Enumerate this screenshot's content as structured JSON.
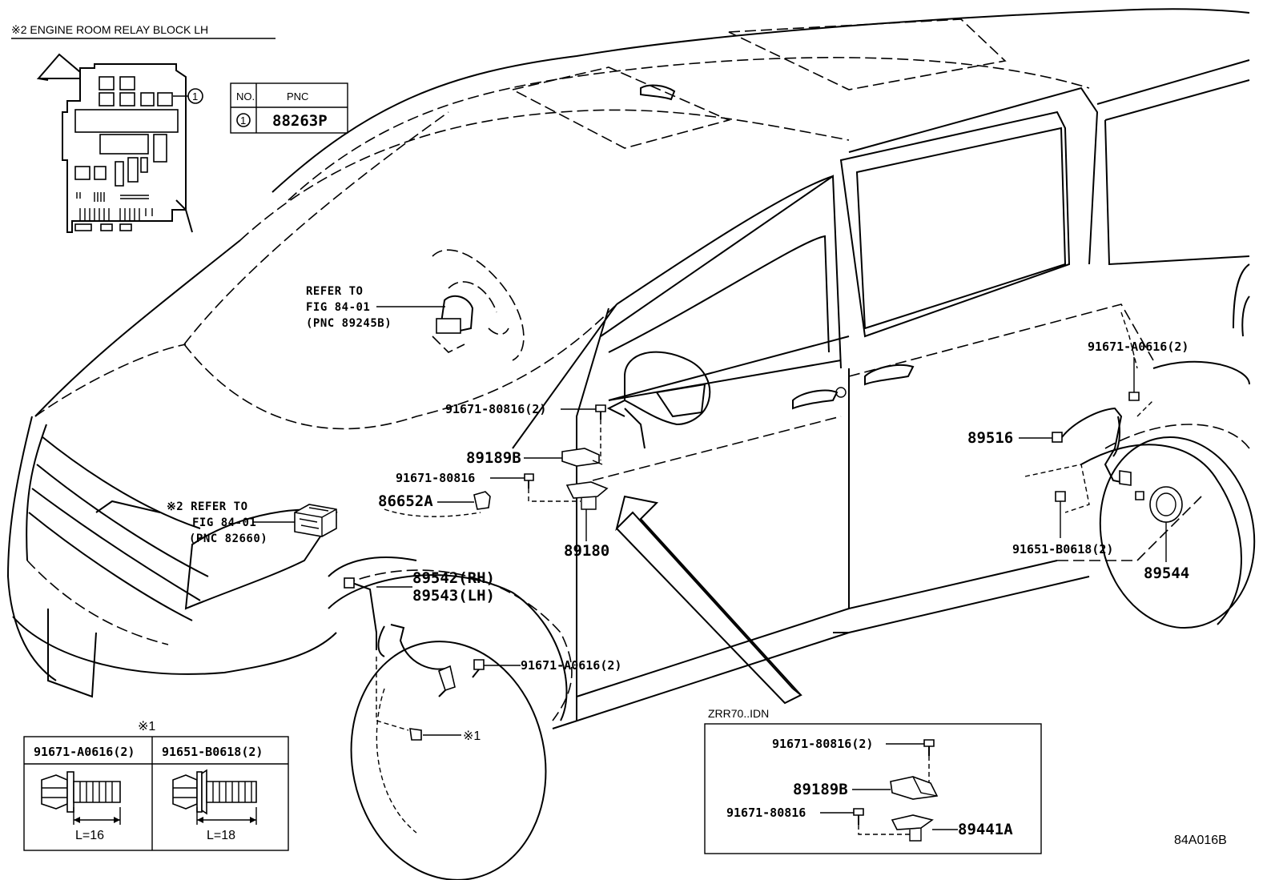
{
  "relay_block": {
    "title": "※2 ENGINE ROOM RELAY BLOCK LH",
    "marker": "1",
    "table": {
      "headers": [
        "NO.",
        "PNC"
      ],
      "rows": [
        {
          "no": "1",
          "pnc": "88263P"
        }
      ]
    }
  },
  "refer_steering": {
    "line1": "REFER TO",
    "line2": "FIG 84-01",
    "line3": "(PNC 89245B)"
  },
  "refer_relay": {
    "line1": "※2 REFER TO",
    "line2": "FIG 84-01",
    "line3": "(PNC 82660)"
  },
  "parts": {
    "bolt_80816_2": "91671-80816(2)",
    "bracket_89189b": "89189B",
    "bolt_80816": "91671-80816",
    "sensor_86652a": "86652A",
    "sensor_89180": "89180",
    "sensor_89542": "89542(RH)",
    "sensor_89543": "89543(LH)",
    "bolt_a0616_front": "91671-A0616(2)",
    "bolt_a0616_rear": "91671-A0616(2)",
    "wire_89516": "89516",
    "bolt_b0618": "91651-B0618(2)",
    "sensor_89544": "89544",
    "marker_x1": "※1"
  },
  "bolt_table": {
    "title": "※1",
    "columns": [
      {
        "label": "91671-A0616(2)",
        "length": "L=16"
      },
      {
        "label": "91651-B0618(2)",
        "length": "L=18"
      }
    ]
  },
  "inset": {
    "title": "ZRR70..IDN",
    "bolt_a": "91671-80816(2)",
    "bracket": "89189B",
    "bolt_b": "91671-80816",
    "bracket_b": "89441A"
  },
  "figure_code": "84A016B"
}
